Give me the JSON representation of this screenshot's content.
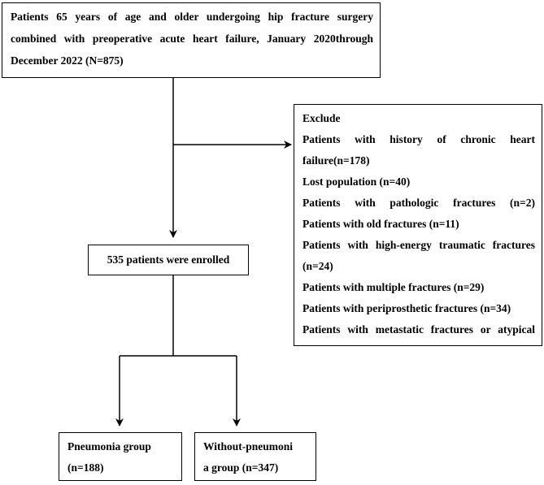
{
  "top_box": {
    "line1": "Patients 65 years of age and older undergoing hip fracture surgery",
    "line2": "combined with preoperative acute heart failure, January 2020through",
    "line3": "December 2022 (N=875)"
  },
  "exclude_box": {
    "title": "Exclude",
    "items": [
      "Patients with history of chronic heart",
      "failure(n=178)",
      "Lost population (n=40)",
      "Patients with pathologic fractures (n=2)",
      "Patients with old fractures (n=11)",
      "Patients with high-energy traumatic fractures",
      "(n=24)",
      "Patients with multiple fractures (n=29)",
      "Patients with periprosthetic fractures (n=34)",
      "Patients with metastatic fractures or atypical"
    ]
  },
  "enrolled_box": {
    "label": "535 patients were enrolled"
  },
  "pneumonia_box": {
    "line1": "Pneumonia group",
    "line2": "(n=188)"
  },
  "without_box": {
    "line1": "Without-pneumoni",
    "line2": "a group (n=347)"
  }
}
